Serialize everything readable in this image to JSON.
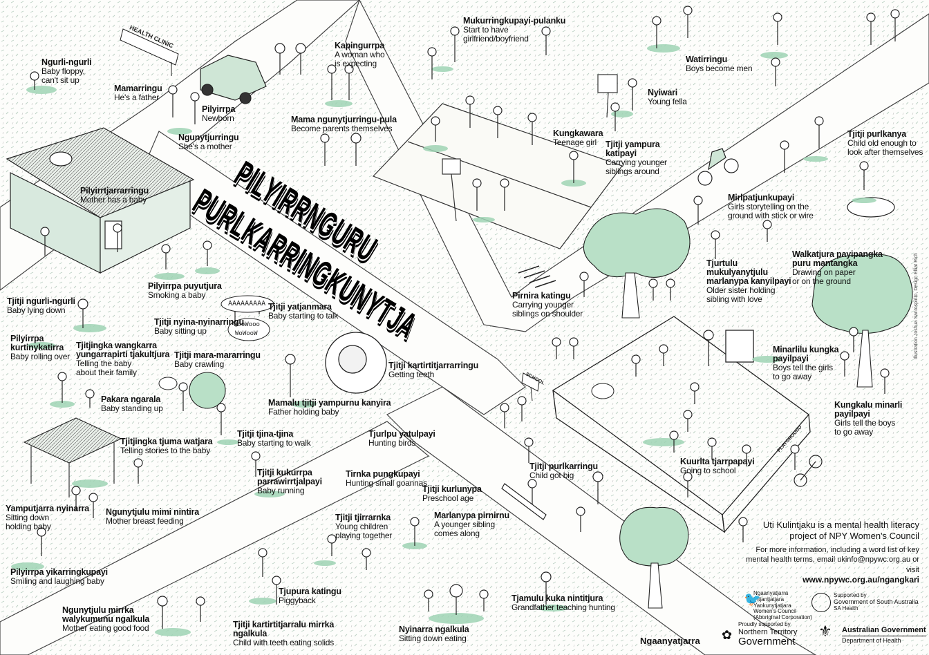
{
  "colors": {
    "accent": "#9fd3b4",
    "ink": "#111111",
    "paper": "#fdfdfb"
  },
  "title": {
    "line1": "PILYIRRNGURU",
    "line2": "PURLKARRINGKUNYTJA"
  },
  "signs": {
    "health_clinic": "HEALTH CLINIC",
    "school": "SCHOOL",
    "playground": "PLAYGROUND"
  },
  "speech": {
    "aaa": "AAAAAAAAA",
    "ooo1": "OooWooo",
    "ooo2": "WoWooW"
  },
  "labels": [
    {
      "title": "Ngurli-ngurli",
      "sub": [
        "Baby floppy,",
        "can't sit up"
      ]
    },
    {
      "title": "Mamarringu",
      "sub": [
        "He's a father"
      ]
    },
    {
      "title": "Pilyirrpa",
      "sub": [
        "Newborn"
      ]
    },
    {
      "title": "Ngunytjurringu",
      "sub": [
        "She's a mother"
      ]
    },
    {
      "title": "Kapingurrpa",
      "sub": [
        "A woman who",
        "is expecting"
      ]
    },
    {
      "title": "Mama ngunytjurringu-pula",
      "sub": [
        "Become parents themselves"
      ]
    },
    {
      "title": "Mukurringkupayi-pulanku",
      "sub": [
        "Start to have",
        "girlfriend/boyfriend"
      ]
    },
    {
      "title": "Watirringu",
      "sub": [
        "Boys become men"
      ]
    },
    {
      "title": "Nyiwari",
      "sub": [
        "Young fella"
      ]
    },
    {
      "title": "Kungkawara",
      "sub": [
        "Teenage girl"
      ]
    },
    {
      "title": "Tjitji yampura katipayi",
      "sub": [
        "Carrying younger",
        "siblings around"
      ]
    },
    {
      "title": "Tjitji purlkanya",
      "sub": [
        "Child old enough to",
        "look after themselves"
      ]
    },
    {
      "title": "Pilyirrtjarrarringu",
      "sub": [
        "Mother has a baby"
      ]
    },
    {
      "title": "Mirlpatjunkupayi",
      "sub": [
        "Girls storytelling on the",
        "ground with stick or wire"
      ]
    },
    {
      "title": "Tjurtulu mukulyanytjulu marlanypa kanyilpayi",
      "sub": [
        "Older sister holding",
        "sibling with love"
      ]
    },
    {
      "title": "Walkatjura payipangka puru mantangka",
      "sub": [
        "Drawing on paper",
        "or on the ground"
      ]
    },
    {
      "title": "Pilyirrpa puyutjura",
      "sub": [
        "Smoking a baby"
      ]
    },
    {
      "title": "Tjitji ngurli-ngurli",
      "sub": [
        "Baby lying down"
      ]
    },
    {
      "title": "Tjitji yatjanmara",
      "sub": [
        "Baby starting to talk"
      ]
    },
    {
      "title": "Tjitji nyina-nyinarringu",
      "sub": [
        "Baby sitting up"
      ]
    },
    {
      "title": "Pilyirrpa kurtinykatirra",
      "sub": [
        "Baby rolling over"
      ]
    },
    {
      "title": "Tjitjingka wangkarra yungarrapirti tjakultjura",
      "sub": [
        "Telling the baby",
        "about their family"
      ]
    },
    {
      "title": "Tjitji mara-mararringu",
      "sub": [
        "Baby crawling"
      ]
    },
    {
      "title": "Pirnira katingu",
      "sub": [
        "Carrying younger",
        "siblings on shoulder"
      ]
    },
    {
      "title": "Tjitji kartirtitjarrarringu",
      "sub": [
        "Getting teeth"
      ]
    },
    {
      "title": "Minarlilu kungka payilpayi",
      "sub": [
        "Boys tell the girls",
        "to go away"
      ]
    },
    {
      "title": "Pakara ngarala",
      "sub": [
        "Baby standing up"
      ]
    },
    {
      "title": "Mamalu tjitji yampurnu kanyira",
      "sub": [
        "Father holding baby"
      ]
    },
    {
      "title": "Kungkalu minarli payilpayi",
      "sub": [
        "Girls tell the boys",
        "to go away"
      ]
    },
    {
      "title": "Tjitjingka tjuma watjara",
      "sub": [
        "Telling stories to the baby"
      ]
    },
    {
      "title": "Tjitji tjina-tjina",
      "sub": [
        "Baby starting to walk"
      ]
    },
    {
      "title": "Tjurlpu yatulpayi",
      "sub": [
        "Hunting birds"
      ]
    },
    {
      "title": "Tjitji kukurrpa parrawirrtjalpayi",
      "sub": [
        "Baby running"
      ]
    },
    {
      "title": "Tirnka pungkupayi",
      "sub": [
        "Hunting small goannas"
      ]
    },
    {
      "title": "Tjitji purlkarringu",
      "sub": [
        "Child got big"
      ]
    },
    {
      "title": "Kuurlta tjarrpapayi",
      "sub": [
        "Going to school"
      ]
    },
    {
      "title": "Tjitji kurlunypa",
      "sub": [
        "Preschool age"
      ]
    },
    {
      "title": "Yamputjarra nyinarra",
      "sub": [
        "Sitting down",
        "holding baby"
      ]
    },
    {
      "title": "Ngunytjulu mimi nintira",
      "sub": [
        "Mother breast feeding"
      ]
    },
    {
      "title": "Tjitji tjirrarnka",
      "sub": [
        "Young children",
        "playing together"
      ]
    },
    {
      "title": "Marlanypa pirnirnu",
      "sub": [
        "A younger sibling",
        "comes along"
      ]
    },
    {
      "title": "Pilyirrpa yikarringkupayi",
      "sub": [
        "Smiling and laughing baby"
      ]
    },
    {
      "title": "Tjupura katingu",
      "sub": [
        "Piggyback"
      ]
    },
    {
      "title": "Tjamulu kuka nintitjura",
      "sub": [
        "Grandfather teaching hunting"
      ]
    },
    {
      "title": "Ngunytjulu mirrka walykumunu ngalkula",
      "sub": [
        "Mother eating good food"
      ]
    },
    {
      "title": "Tjitji kartirtitjarralu mirrka ngalkula",
      "sub": [
        "Child with teeth eating solids"
      ]
    },
    {
      "title": "Nyinarra ngalkula",
      "sub": [
        "Sitting down eating"
      ]
    }
  ],
  "info": {
    "line1": "Uti Kulintjaku is a mental health literacy",
    "line2": "project of NPY Women's Council",
    "line3": "For more information, including a word list of key",
    "line4": "mental health terms, email ukinfo@npywc.org.au or visit",
    "web": "www.npywc.org.au/ngangkari"
  },
  "credit": "Illustration Joshua Santospirito, Design Elliat Rich",
  "logos": {
    "npy": [
      "Ngaanyatjarra",
      "Pitjantjatjara",
      "Yankunytjatjara",
      "Women's Council",
      "(Aboriginal Corporation)"
    ],
    "sa": {
      "supported": "Supported by",
      "name": "Government of South Australia",
      "dept": "SA Health"
    },
    "nt": {
      "supported": "Proudly supported by",
      "name1": "Northern Territory",
      "name2": "Government"
    },
    "aus": {
      "name": "Australian Government",
      "dept": "Department of Health"
    }
  },
  "language": "Ngaanyatjarra"
}
